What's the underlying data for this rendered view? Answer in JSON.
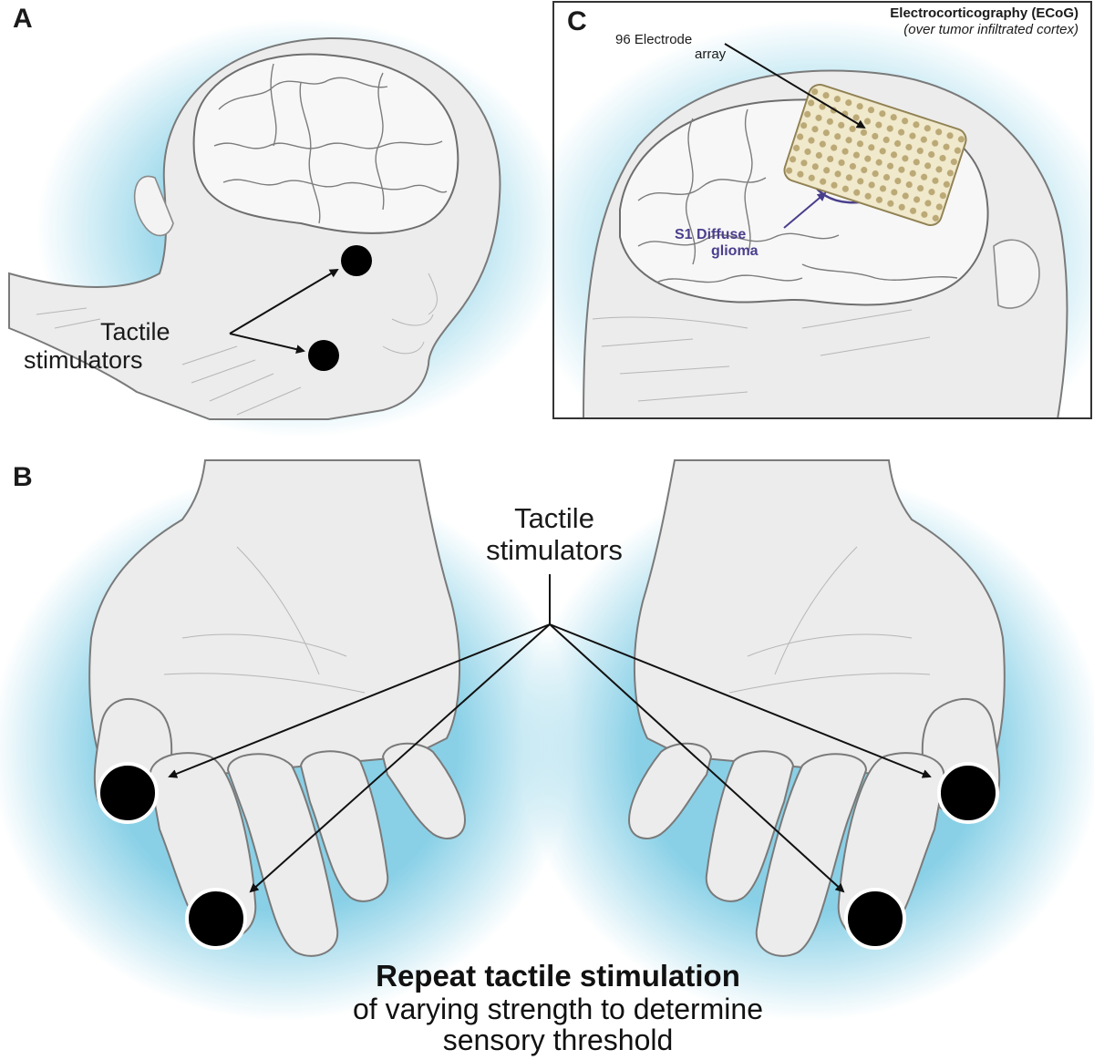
{
  "panels": {
    "a": {
      "letter": "A",
      "label_line1": "Tactile",
      "label_line2": "stimulators"
    },
    "b": {
      "letter": "B",
      "label_line1": "Tactile",
      "label_line2": "stimulators",
      "caption_bold": "Repeat tactile stimulation",
      "caption_line2": "of varying strength to determine",
      "caption_line3": "sensory threshold"
    },
    "c": {
      "letter": "C",
      "title": "Electrocorticography (ECoG)",
      "subtitle": "(over tumor infiltrated cortex)",
      "array_label_line1": "96 Electrode",
      "array_label_line2": "array",
      "glioma_label_line1": "S1 Diffuse",
      "glioma_label_line2": "glioma"
    }
  },
  "colors": {
    "glow": "#8fd3e8",
    "glioma": "#4a3f8c",
    "electrode_pad": "#efe6c4",
    "electrode_dot": "#b09a5e",
    "stimulator": "#000000"
  }
}
